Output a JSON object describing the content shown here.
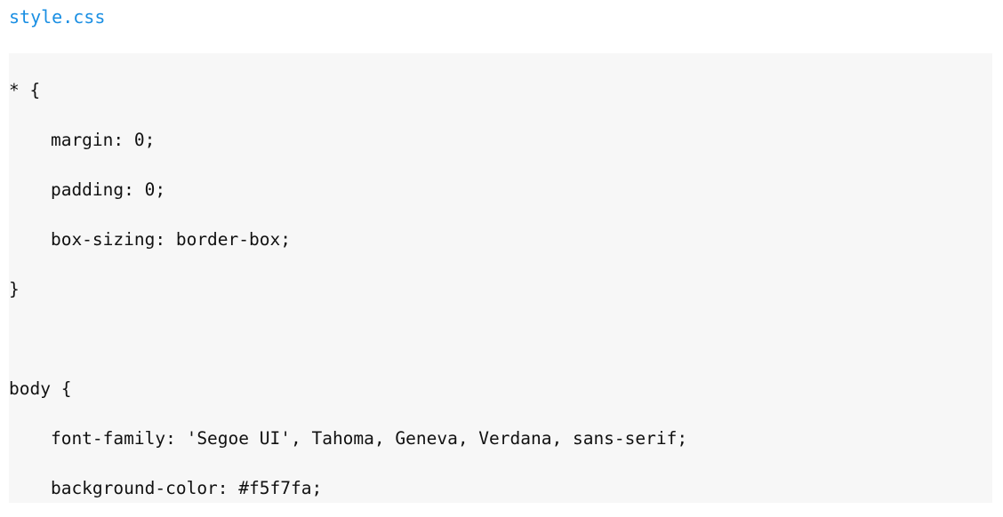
{
  "file": {
    "name": "style.css",
    "link_color": "#1a8fe3"
  },
  "code": {
    "background": "#f7f7f7",
    "lines": [
      "* {",
      "    margin: 0;",
      "    padding: 0;",
      "    box-sizing: border-box;",
      "}",
      "",
      "body {",
      "    font-family: 'Segoe UI', Tahoma, Geneva, Verdana, sans-serif;",
      "    background-color: #f5f7fa;"
    ]
  }
}
